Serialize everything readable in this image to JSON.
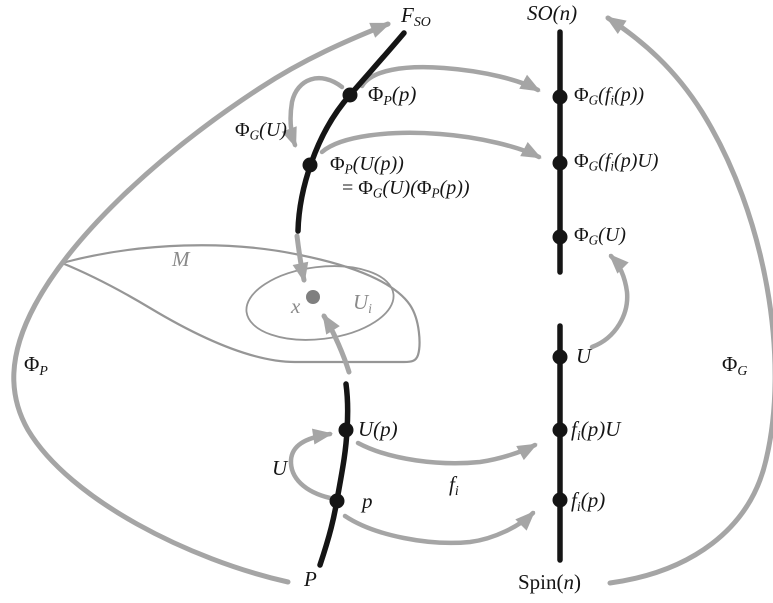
{
  "figure": {
    "description_colors": {
      "fiber_black": "#151515",
      "map_arrow_gray": "#a5a5a5",
      "manifold_gray": "#969696",
      "gray_text": "#8a8a8a",
      "base_point_gray": "#7f7f7f"
    }
  },
  "labels": {
    "f_so": [
      {
        "t": "F"
      },
      {
        "t": "SO",
        "f": "s"
      }
    ],
    "so_n": [
      {
        "t": "SO(n)"
      }
    ],
    "phi_g_fi_p": [
      {
        "t": "Φ",
        "f": "u"
      },
      {
        "t": "G",
        "f": "s"
      },
      {
        "t": "(f"
      },
      {
        "t": "i",
        "f": "s"
      },
      {
        "t": "(p))"
      }
    ],
    "phi_g_fi_pU": [
      {
        "t": "Φ",
        "f": "u"
      },
      {
        "t": "G",
        "f": "s"
      },
      {
        "t": "(f"
      },
      {
        "t": "i",
        "f": "s"
      },
      {
        "t": "(p)U)"
      }
    ],
    "phi_g_U_node": [
      {
        "t": "Φ",
        "f": "u"
      },
      {
        "t": "G",
        "f": "s"
      },
      {
        "t": "(U)"
      }
    ],
    "U_node": [
      {
        "t": "U"
      }
    ],
    "fi_pU_node": [
      {
        "t": "f"
      },
      {
        "t": "i",
        "f": "s"
      },
      {
        "t": "(p)U"
      }
    ],
    "fi_p_node": [
      {
        "t": "f"
      },
      {
        "t": "i",
        "f": "s"
      },
      {
        "t": "(p)"
      }
    ],
    "spin_n": [
      {
        "t": "Spin(",
        "f": "u"
      },
      {
        "t": "n"
      },
      {
        "t": ")",
        "f": "u"
      }
    ],
    "phi_g_map": [
      {
        "t": "Φ",
        "f": "u"
      },
      {
        "t": "G",
        "f": "s"
      }
    ],
    "phi_p_map": [
      {
        "t": "Φ",
        "f": "u"
      },
      {
        "t": "P",
        "f": "s"
      }
    ],
    "phi_p_p": [
      {
        "t": "Φ",
        "f": "u"
      },
      {
        "t": "P",
        "f": "s"
      },
      {
        "t": "(p)"
      }
    ],
    "phi_g_U_loop": [
      {
        "t": "Φ",
        "f": "u"
      },
      {
        "t": "G",
        "f": "s"
      },
      {
        "t": "(U)"
      }
    ],
    "phi_p_Up_1": [
      {
        "t": "Φ",
        "f": "u"
      },
      {
        "t": "P",
        "f": "s"
      },
      {
        "t": "(U(p))"
      }
    ],
    "phi_p_Up_2": [
      {
        "t": "= ",
        "f": "u"
      },
      {
        "t": "Φ",
        "f": "u"
      },
      {
        "t": "G",
        "f": "s"
      },
      {
        "t": "(U)("
      },
      {
        "t": "Φ",
        "f": "u"
      },
      {
        "t": "P",
        "f": "s"
      },
      {
        "t": "(p))"
      }
    ],
    "U_p_node": [
      {
        "t": "U(p)"
      }
    ],
    "p_node": [
      {
        "t": "p"
      }
    ],
    "U_loop": [
      {
        "t": "U"
      }
    ],
    "P_bundle": [
      {
        "t": "P"
      }
    ],
    "f_i_map": [
      {
        "t": "f"
      },
      {
        "t": "i",
        "f": "s"
      }
    ],
    "M_manifold": [
      {
        "t": "M"
      }
    ],
    "x_point": [
      {
        "t": "x"
      }
    ],
    "U_i_chart": [
      {
        "t": "U"
      },
      {
        "t": "i",
        "f": "s"
      }
    ]
  }
}
